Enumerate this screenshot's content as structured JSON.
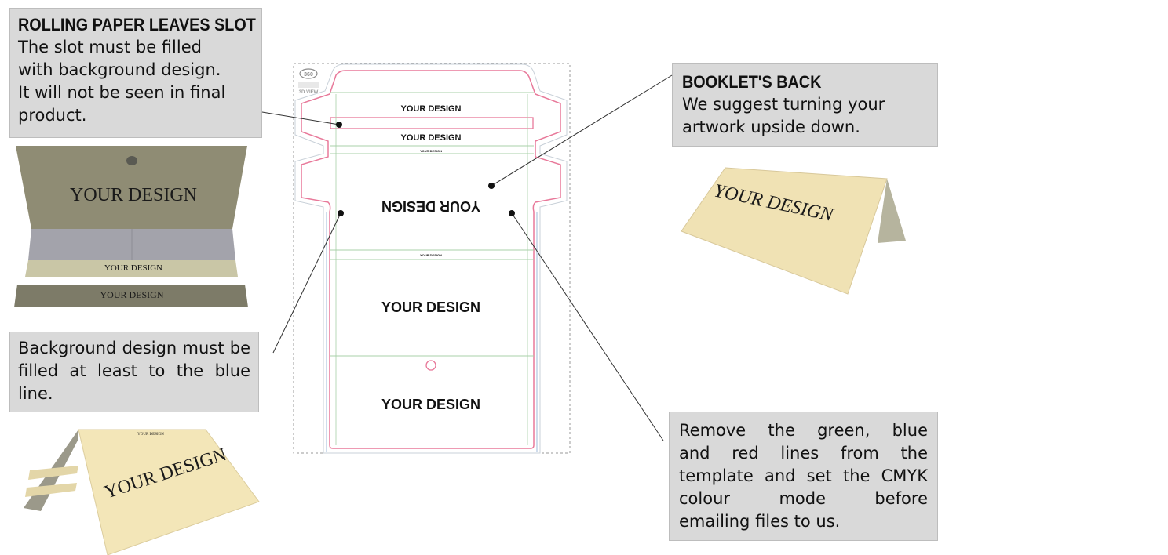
{
  "notes": {
    "slot": {
      "title": "ROLLING PAPER LEAVES SLOT",
      "lines": [
        "The slot must be filled",
        "with background design.",
        "It will not be seen in final",
        "product."
      ]
    },
    "background": {
      "lines": [
        "Background design must be filled at least to the blue line."
      ]
    },
    "back": {
      "title": "BOOKLET'S BACK",
      "lines": [
        "We suggest turning your",
        "artwork upside down."
      ]
    },
    "remove": {
      "lines": [
        "Remove the green, blue",
        "and red lines from the",
        "template and set the CMYK",
        "colour mode before",
        "emailing files to us."
      ]
    }
  },
  "template": {
    "logo": {
      "line1": "360",
      "line2": "3D VIEW"
    },
    "sections": {
      "top_design": "YOUR DESIGN",
      "slot_design": "YOUR DESIGN",
      "small_design_1": "YOUR DESIGN",
      "back_design": "YOUR DESIGN",
      "small_design_2": "YOUR DESIGN",
      "front_design": "YOUR DESIGN",
      "bottom_design": "YOUR DESIGN"
    }
  },
  "mockups": {
    "open_booklet": {
      "cover": "YOUR DESIGN",
      "strip1": "YOUR DESIGN",
      "strip2": "YOUR DESIGN"
    },
    "back_tent": {
      "label": "YOUR DESIGN"
    },
    "front_tent": {
      "label": "YOUR DESIGN",
      "small": "YOUR DESIGN"
    }
  },
  "colors": {
    "note_bg": "#d9d9d9",
    "cut_line": "#e8799a",
    "green_line": "#a8d0a8",
    "blue_line": "#9fb8d8",
    "paper_cream": "#f0e2b4",
    "cover_olive": "#8f8c74"
  }
}
